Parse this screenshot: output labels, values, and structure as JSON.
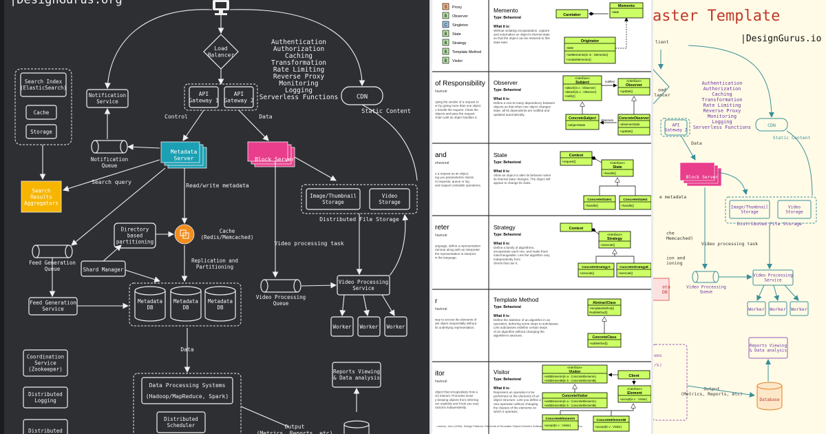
{
  "left": {
    "brand": "|DesignGurus.org",
    "load_balancer": "Load\nBalancer",
    "features": [
      "Authentication",
      "Authorization",
      "Caching",
      "Transformation",
      "Rate Limiting",
      "Reverse Proxy",
      "Monitoring",
      "Logging",
      "Serverless Functions"
    ],
    "api1": "API\nGateway 1",
    "api2": "API\nGateway 2",
    "cdn": "CDN",
    "static_content": "Static Content",
    "search_index": "Search Index\n(ElasticSearch)",
    "cache": "Cache",
    "storage": "Storage",
    "notification_service": "Notification\nService",
    "control": "Control",
    "data_label": "Data",
    "notification_queue": "Notification\nQueue",
    "metadata_server": "Metadata\nServer",
    "block_server": "Block Server",
    "search_query": "Search query",
    "search_results": "Search\nResults\nAggregators",
    "read_write": "Read/write metadata",
    "image_storage": "Image/Thumbnail\nStorage",
    "video_storage": "Video\nStorage",
    "dfs": "Distributed File Storage",
    "directory": "Directory\nbased\npartitioning",
    "cache_redis": "Cache\n(Redis/Memcached)",
    "feed_gen_queue": "Feed Generation\nQueue",
    "shard_manager": "Shard Manager",
    "replication": "Replication and\nPartitioning",
    "video_task": "Video processing task",
    "feed_gen_service": "Feed Generation\nService",
    "metadata_db": "Metadata\nDB",
    "video_queue": "Video Processing\nQueue",
    "video_service": "Video Processing\nService",
    "worker": "Worker",
    "data2": "Data",
    "coordination": "Coordination\nService\n(Zookeeper)",
    "dist_logging": "Distributed\nLogging",
    "dist_tracing": "Distributed",
    "reports": "Reports Viewing\n& Data analysis",
    "dps": "Data Processing Systems",
    "hadoop": "(Hadoop/MapReduce, Spark)",
    "scheduler": "Distributed\nScheduler",
    "output": "Output\n(Metrics, Reports, etc)"
  },
  "middle": {
    "legend": [
      {
        "badge": "S",
        "label": "Proxy",
        "color": "#f4b183"
      },
      {
        "badge": "B",
        "label": "Observer",
        "color": "#b7e4a5"
      },
      {
        "badge": "C",
        "label": "Singleton",
        "color": "#9dc3e6"
      },
      {
        "badge": "B",
        "label": "State",
        "color": "#b7e4a5"
      },
      {
        "badge": "B",
        "label": "Strategy",
        "color": "#b7e4a5"
      },
      {
        "badge": "B",
        "label": "Template Method",
        "color": "#b7e4a5"
      },
      {
        "badge": "B",
        "label": "Visitor",
        "color": "#b7e4a5"
      }
    ],
    "left_titles": [
      "of Responsibility",
      "and",
      "reter",
      "r",
      "itor"
    ],
    "left_snippets": [
      [
        "havioral",
        "oping the sender of a request to",
        "er by giving more than one object",
        "o handle the request. Chain the",
        "objects and pass the request",
        "chain until an object handles it."
      ],
      [
        "ehavioral",
        "e a request as an object,",
        "ing you parameterize clients",
        "nt requests, queue or log",
        "and support undoable operations."
      ],
      [
        "havioral",
        "anguage, define a representation",
        "rammar along with an interpreter",
        "the representation to interpret",
        "in the language."
      ],
      [
        "havioral",
        "way to access the elements of",
        "ate object sequentially without",
        "its underlying representation."
      ],
      [
        "havioral",
        "object that encapsulates how a",
        "cts interact. Promotes loose",
        "y keeping objects from referring",
        "ner explicitly and it lets you vary",
        "ractions independently."
      ]
    ],
    "footnote": "...ramma, John (1994). Design Patterns: Elements of Reusable Object-Oriented Software. Addison Wesley Longman, Inc.",
    "patterns": [
      {
        "title": "Memento",
        "type": "Type: Behavioral",
        "what": "What it is:",
        "desc": [
          "Without violating encapsulation, capture",
          "and externalize an object's internal state",
          "so that the object can be restored to this",
          "state later."
        ]
      },
      {
        "title": "Observer",
        "type": "Type: Behavioral",
        "what": "What it is:",
        "desc": [
          "Define a one-to-many dependency between",
          "objects so that when one object changes",
          "state, all its dependents are notified and",
          "updated automatically."
        ]
      },
      {
        "title": "State",
        "type": "Type: Behavioral",
        "what": "What it is:",
        "desc": [
          "Allow an object to alter its behavior when",
          "its internal state changes. The object will",
          "appear to change its class."
        ]
      },
      {
        "title": "Strategy",
        "type": "Type: Behavioral",
        "what": "What it is:",
        "desc": [
          "Define a family of algorithms,",
          "encapsulate each one, and make them",
          "interchangeable. Lets the algorithm vary",
          "independently from",
          "clients that use it."
        ]
      },
      {
        "title": "Template Method",
        "type": "Type: Behavioral",
        "what": "What it is:",
        "desc": [
          "Define the skeleton of an algorithm in an",
          "operation, deferring some steps to subclasses.",
          "Lets subclasses redefine certain steps",
          "of an algorithm without changing the",
          "algorithm's structure."
        ]
      },
      {
        "title": "Visitor",
        "type": "Type: Behavioral",
        "what": "What it is:",
        "desc": [
          "Represent an operation to be",
          "performed on the elements of an",
          "object structure. Lets you define a",
          "new operation without changing",
          "the classes of the elements on",
          "which it operates."
        ]
      }
    ],
    "uml": {
      "memento": {
        "caretaker": "Caretaker",
        "memento": "Memento",
        "state": "-state",
        "originator": "Originator",
        "orig_state": "-state",
        "orig_ops": [
          "+setMemento(in m : Memento)",
          "+createMemento()"
        ]
      },
      "observer": {
        "iface": "«interface»",
        "subject": "Subject",
        "subj_ops": [
          "+attach(in o : Observer)",
          "+detach(in o : Observer)",
          "+notify()"
        ],
        "notifies": "notifies",
        "obs_iface": "«interface»",
        "observer": "Observer",
        "obs_op": "+update()",
        "cs": "ConcreteSubject",
        "cs_attr": "-subjectState",
        "observes": "observes",
        "co": "ConcreteObserver",
        "co_attr": "-observerState",
        "co_op": "+update()"
      },
      "state": {
        "context": "Context",
        "ctx_op": "+request()",
        "iface": "«interface»",
        "state": "State",
        "state_op": "+handle()",
        "cs1": "ConcreteState1",
        "cs2": "ConcreteState2",
        "op": "+handle()"
      },
      "strategy": {
        "context": "Context",
        "iface": "«interface»",
        "strategy": "Strategy",
        "strat_op": "+execute()",
        "sa": "ConcreteStrategyA",
        "sb": "ConcreteStrategyB",
        "op": "+execute()"
      },
      "template": {
        "abstract": "AbstractClass",
        "ops": [
          "+templateMethod()",
          "#subMethod()"
        ],
        "concrete": "ConcreteClass",
        "cop": "+subMethod()"
      },
      "visitor": {
        "iface": "«interface»",
        "visitor": "Visitor",
        "vops": [
          "+visitElementA(in a : ConcreteElementA)",
          "+visitElementB(in b : ConcreteElementB)"
        ],
        "client": "Client",
        "el_iface": "«interface»",
        "element": "Element",
        "el_op": "+accept(in v : Visitor)",
        "cv": "ConcreteVisitor",
        "cv_ops": [
          "+visitElementA(in a : ConcreteElementA)",
          "+visitElementB(in b : ConcreteElementB)"
        ],
        "cea": "ConcreteElementA",
        "ceb": "ConcreteElementB",
        "ce_op": "+accept(in v : Visitor)"
      }
    }
  },
  "right": {
    "title": "aster Template",
    "brand": "|DesignGurus.io",
    "client": "lient",
    "load_balancer": "oad\nlancer",
    "features": [
      "Authentication",
      "Authorization",
      "Caching",
      "Transformation",
      "Rate Limiting",
      "Reverse Proxy",
      "Monitoring",
      "Logging",
      "Serverless Functions"
    ],
    "api2": "API\nGateway 2",
    "cdn": "CDN",
    "static_content": "Static Content",
    "data": "Data",
    "block_server": "Block Server",
    "metadata_frag": "e metadata",
    "image_storage": "Image/Thumbnail\nStorage",
    "video_storage": "Video\nStorage",
    "dfs": "Distributed File Storage",
    "cache_frag": "che\nMemcached)",
    "repl_frag": "ion and\nioning",
    "video_task": "Video processing task",
    "video_queue": "Video Processing\nQueue",
    "video_service": "Video Processing\nService",
    "meta_frag": "ata\nDB",
    "worker": "Worker",
    "ems_frag": "ems",
    "rk_frag": "rk)",
    "reports": "Reports Viewing\n& Data analysis",
    "output": "Output\n(Metrics, Reports, etc)",
    "database": "Database"
  }
}
